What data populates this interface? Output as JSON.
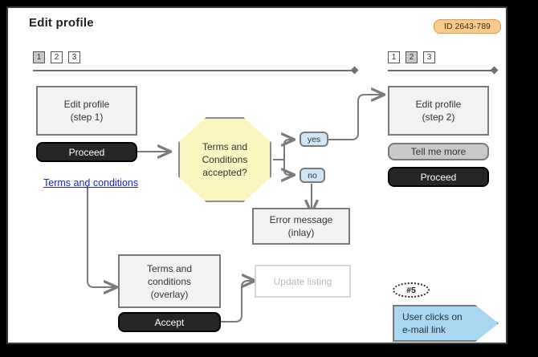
{
  "page": {
    "title": "Edit profile",
    "id_badge": "ID 2643-789"
  },
  "colors": {
    "badge_bg": "#fbc98a",
    "decision_fill": "#faf6c0",
    "chip_fill": "#cfe7f5",
    "callout_fill": "#a9d7f2",
    "link": "#1a25d8",
    "button_dark": "#262626",
    "button_grey": "#c9c9c9",
    "screen_fill": "#f2f2f2"
  },
  "left_stepper": {
    "steps": [
      "1",
      "2",
      "3"
    ],
    "active_index": 0
  },
  "right_stepper": {
    "steps": [
      "1",
      "2",
      "3"
    ],
    "active_index": 1
  },
  "nodes": {
    "step1_screen": {
      "line1": "Edit profile",
      "line2": "(step 1)"
    },
    "step1_proceed": "Proceed",
    "terms_link": "Terms and conditions",
    "decision": {
      "line1": "Terms and",
      "line2": "Conditions",
      "line3": "accepted?"
    },
    "branch_yes": "yes",
    "branch_no": "no",
    "step2_screen": {
      "line1": "Edit profile",
      "line2": "(step 2)"
    },
    "step2_tell_more": "Tell me more",
    "step2_proceed": "Proceed",
    "error_screen": {
      "line1": "Error message",
      "line2": "(inlay)"
    },
    "overlay_screen": {
      "line1": "Terms and",
      "line2": "conditions",
      "line3": "(overlay)"
    },
    "overlay_accept": "Accept",
    "update_listing": "Update listing",
    "callout_tag": "#5",
    "callout": {
      "line1": "User clicks on",
      "line2": "e-mail link"
    }
  }
}
